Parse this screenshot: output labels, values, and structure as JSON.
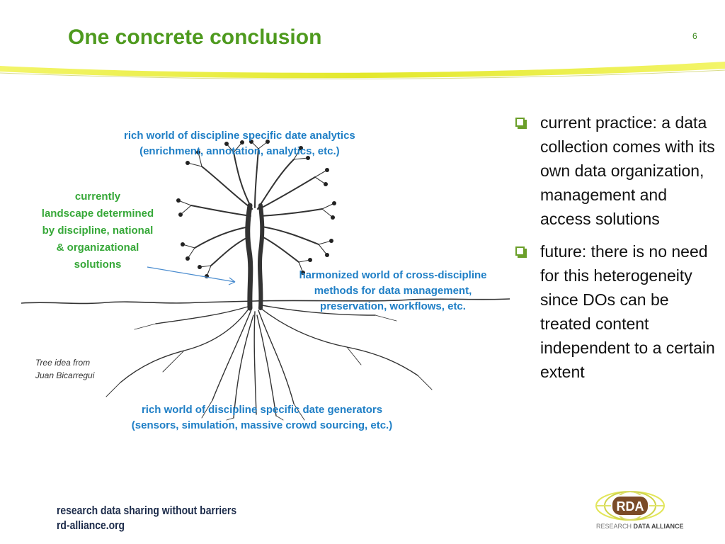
{
  "slide": {
    "title": "One concrete conclusion",
    "page_number": "6"
  },
  "figure": {
    "top_caption": [
      "rich world of discipline specific date analytics",
      "(enrichment, annotation, analytics, etc.)"
    ],
    "left_caption": [
      "currently",
      "landscape determined",
      "by discipline, national",
      "& organizational",
      "solutions"
    ],
    "middle_caption": [
      "harmonized world of cross-discipline",
      "methods for data management,",
      "preservation, workflows, etc."
    ],
    "bottom_caption": [
      "rich world of discipline specific date generators",
      "(sensors, simulation, massive crowd sourcing, etc.)"
    ],
    "credit": [
      "Tree idea from",
      "Juan Bicarregui"
    ]
  },
  "bullets": [
    "current practice: a data collection comes with its own data organization, management and access solutions",
    "future: there is no need for this heterogeneity since  DOs can be treated content independent to a certain extent"
  ],
  "footer": {
    "slogan": "research data sharing without barriers",
    "url": "rd-alliance.org",
    "logo_text": "RDA",
    "logo_caption_light": "RESEARCH",
    "logo_caption_bold": "DATA ALLIANCE"
  },
  "colors": {
    "title": "#4e9a1e",
    "caption_blue": "#1f7fc6",
    "caption_green": "#36a838",
    "swoosh_yellow": "#e6ea3a",
    "logo_brown": "#7a4b27"
  }
}
